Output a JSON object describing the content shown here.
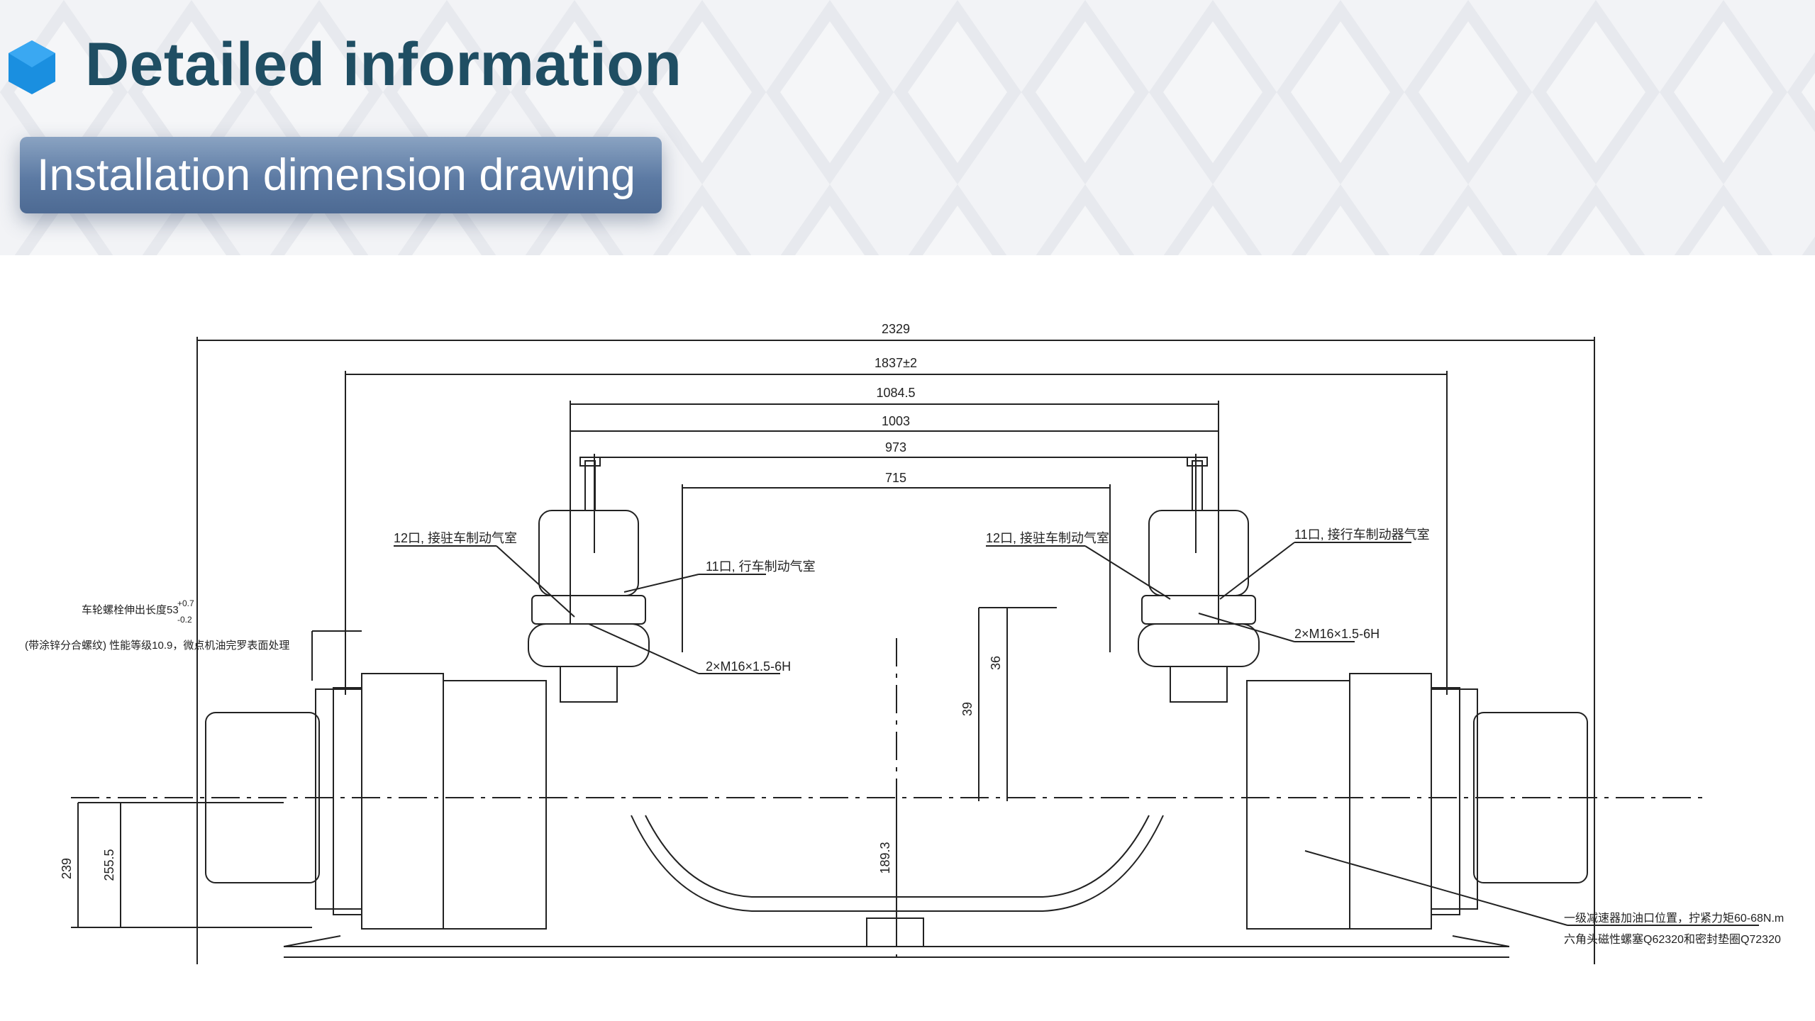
{
  "header": {
    "title": "Detailed information",
    "subtitle": "Installation dimension drawing",
    "accent_color": "#1f4e63",
    "icon_color": "#1a8fe0",
    "icon": "hexagon-icon"
  },
  "drawing": {
    "dimensions": {
      "overall_width": "2329",
      "spring_center": "1837±2",
      "d1084": "1084.5",
      "d1003": "1003",
      "d973": "973",
      "d715": "715",
      "v39": "39",
      "v36": "36",
      "v189": "189.3",
      "v239": "239",
      "v2555": "255.5"
    },
    "annotations": {
      "left_brake_port12": "12口, 接驻车制动气室",
      "left_service_port11": "11口, 行车制动气室",
      "left_thread": "2×M16×1.5-6H",
      "right_brake_port12": "12口, 接驻车制动气室",
      "right_service_port11": "11口, 接行车制动器气室",
      "right_thread": "2×M16×1.5-6H",
      "bolt_protrusion": "车轮螺栓伸出长度53",
      "tol_plus": "+0.7",
      "tol_minus": "-0.2",
      "bolt_grade": "(带涂锌分合螺纹) 性能等级10.9，微点机油完罗表面处理",
      "oil_fill_1": "一级减速器加油口位置，拧紧力矩60-68N.m",
      "oil_fill_2": "六角头磁性螺塞Q62320和密封垫圈Q72320"
    }
  }
}
